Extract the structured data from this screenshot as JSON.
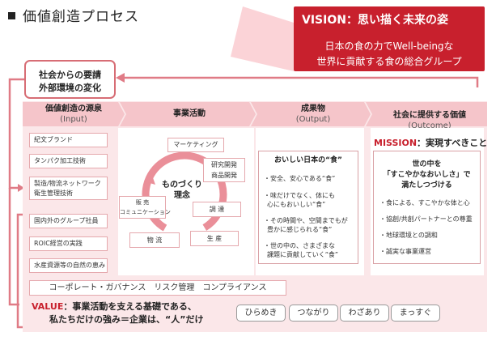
{
  "page": {
    "title": "価値創造プロセス"
  },
  "vision": {
    "title": "VISION：思い描く未来の姿",
    "line1": "日本の食の力でWell-beingな",
    "line2": "世界に貢献する食の総合グループ"
  },
  "outer": {
    "line1": "社会からの要請",
    "line2": "外部環境の変化"
  },
  "columns": [
    {
      "title": "価値創造の源泉",
      "sub": "(Input)"
    },
    {
      "title": "事業活動",
      "sub": ""
    },
    {
      "title": "成果物",
      "sub": "(Output)"
    },
    {
      "title": "社会に提供する価値",
      "sub": "(Outcome)"
    }
  ],
  "input_items": [
    "紀文ブランド",
    "タンパク加工技術",
    "製造/物流ネットワーク",
    "衛生管理技術",
    "国内外のグループ社員",
    "ROIC経営の実践",
    "水産資源等の自然の恵み"
  ],
  "activities": {
    "center1": "ものづくり",
    "center2": "理念",
    "marketing": "マーケティング",
    "rd1": "研究開発",
    "rd2": "商品開発",
    "procurement": "調 達",
    "production": "生 産",
    "logistics": "物 流",
    "sales1": "販 売",
    "sales2": "コミュニケーション"
  },
  "output": {
    "title": "おいしい日本の“食”",
    "items": [
      "・安全、安心である“食”",
      "・味だけでなく、体にも",
      "心にもおいしい“食”",
      "・その時間や、空間までもが",
      "豊かに感じられる“食”",
      "・世の中の、さまざまな",
      "課題に貢献していく“食”"
    ]
  },
  "mission": {
    "label": "MISSION",
    "rest": "：実現すべきこと",
    "title1": "世の中を",
    "title2": "「すこやかなおいしさ」で",
    "title3": "満たしつづける",
    "items": [
      "・食による、すこやかな体と心",
      "・協創/共創パートナーとの尊重",
      "・地球環境との調和",
      "・誠実な事業運営"
    ]
  },
  "governance": "コーポレート・ガバナンス　リスク管理　コンプライアンス",
  "value": {
    "label": "VALUE",
    "line1": "：事業活動を支える基礎である、",
    "line2": "私たちだけの強み＝企業は、“人”だけ",
    "pills": [
      "ひらめき",
      "つながり",
      "わざあり",
      "まっすぐ"
    ]
  },
  "colors": {
    "accent": "#c8202d",
    "panel": "#fbe7e9",
    "header": "#f5c5ca",
    "arrow": "#e07b86"
  }
}
